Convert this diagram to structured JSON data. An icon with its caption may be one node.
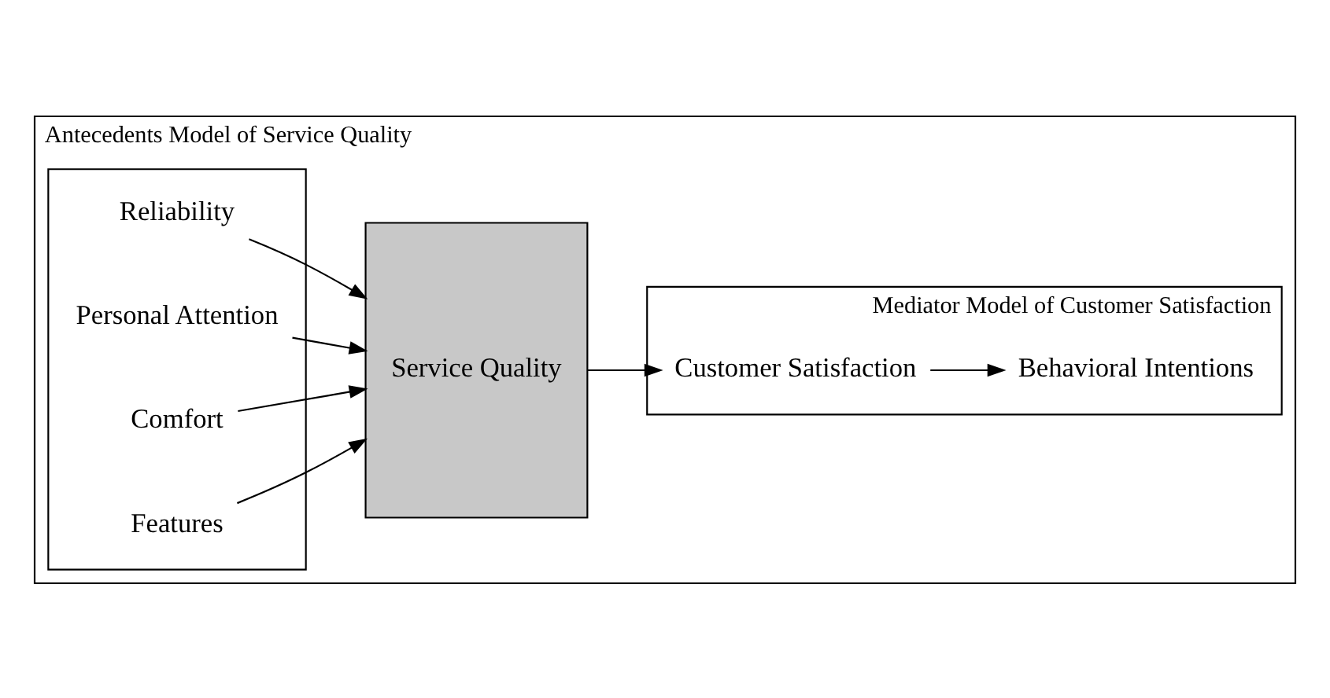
{
  "diagram": {
    "nodes": [
      {
        "text": [
          "Antecedents Model of Service Quality"
        ]
      },
      {
        "text": [],
        "shape": "box",
        "in": 0
      },
      {
        "text": [
          "Mediator Model of Customer Satisfaction"
        ],
        "in": 0
      },
      {
        "text": [
          "Service Quality"
        ],
        "in": 0
      },
      {
        "text": [
          "Reliability"
        ],
        "in": 1
      },
      {
        "text": [
          "Personal Attention"
        ],
        "in": 1
      },
      {
        "text": [
          "Comfort"
        ],
        "in": 1
      },
      {
        "text": [
          "Features"
        ],
        "in": 1
      },
      {
        "text": [
          "Customer Satisfaction"
        ],
        "in": 2
      },
      {
        "text": [
          "Behavioral Intentions"
        ],
        "in": 2
      }
    ],
    "edges": [
      {
        "from": 4,
        "to": 3,
        "arrow": "to"
      },
      {
        "from": 5,
        "to": 3,
        "arrow": "to"
      },
      {
        "from": 6,
        "to": 3,
        "arrow": "to"
      },
      {
        "from": 7,
        "to": 3,
        "arrow": "to"
      },
      {
        "from": 3,
        "to": 8,
        "arrow": "to"
      },
      {
        "from": 8,
        "to": 9,
        "arrow": "to"
      }
    ]
  }
}
